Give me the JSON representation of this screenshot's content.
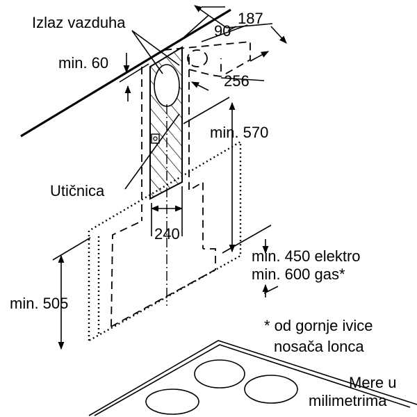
{
  "labels": {
    "air_outlet": "Izlaz vazduha",
    "socket": "Utičnica",
    "min_60": "min. 60",
    "dim_187": "187",
    "dim_90": "90",
    "dim_256": "256",
    "min_570": "min. 570",
    "dim_240": "240",
    "min_450": "min. 450 elektro",
    "min_600": "min. 600 gas*",
    "min_505": "min. 505",
    "footnote_line1": "* od gornje ivice",
    "footnote_line2": "nosača lonca",
    "units_line1": "Mere u",
    "units_line2": "milimetrima"
  }
}
